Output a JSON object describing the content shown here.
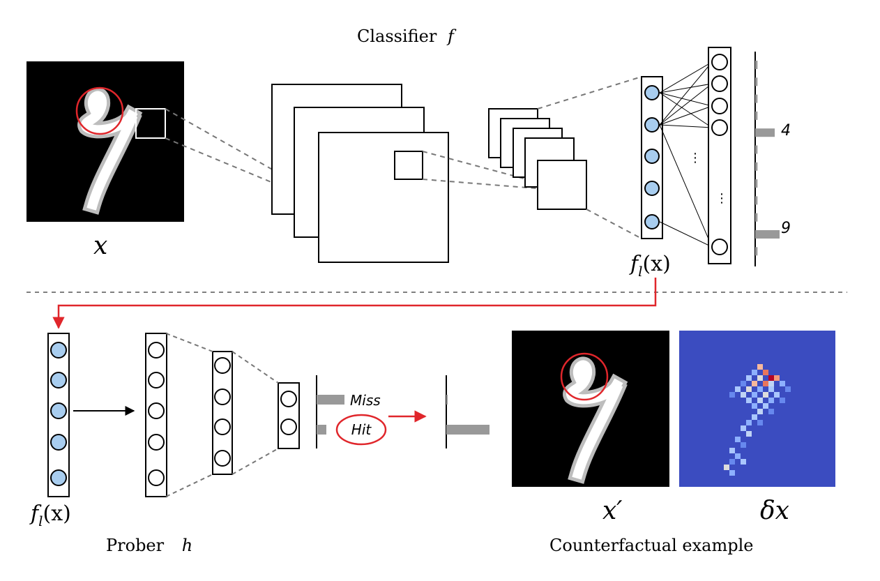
{
  "top_section": {
    "title_text": "Classifier",
    "title_symbol": "f",
    "input_label": "x",
    "feature_label_f": "f",
    "feature_label_sub": "l",
    "feature_label_arg": "(x)",
    "output_class_labels": [
      "4",
      "9"
    ],
    "output_bar_levels": [
      0.12,
      0.12,
      0.12,
      0.12,
      1.0,
      0.12,
      0.12,
      0.12,
      0.12,
      0.12,
      1.25,
      0.12
    ]
  },
  "bottom_section": {
    "prober_text": "Prober",
    "prober_symbol": "h",
    "feature_label_f": "f",
    "feature_label_sub": "l",
    "feature_label_arg": "(x)",
    "miss_label": "Miss",
    "hit_label": "Hit",
    "before_bar_levels": [
      1.0,
      0.35
    ],
    "after_bar_levels": [
      0.05,
      1.55
    ],
    "counterfactual_label": "x′",
    "delta_label": "δx",
    "caption": "Counterfactual example"
  },
  "colors": {
    "neuron_fill": "#a8cdef",
    "highlight_red": "#e0262b",
    "bar_gray": "#999999",
    "dashed_line": "#777777",
    "heatmap_background": "#3b4cc0"
  }
}
